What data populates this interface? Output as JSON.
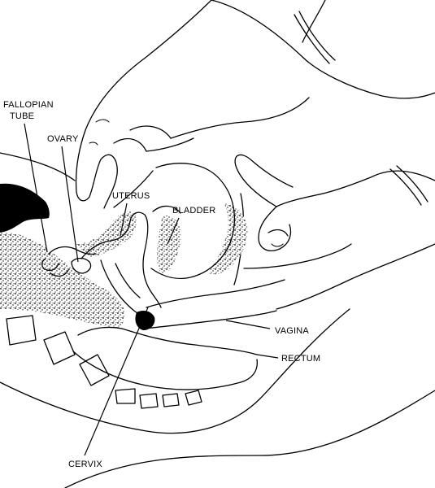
{
  "labels": {
    "fallopian_tube_line1": "FALLOPIAN",
    "fallopian_tube_line2": "TUBE",
    "ovary": "OVARY",
    "uterus": "UTERUS",
    "bladder": "BLADDER",
    "vagina": "VAGINA",
    "rectum": "RECTUM",
    "cervix": "CERVIX"
  },
  "colors": {
    "ink": "#000000",
    "paper": "#ffffff"
  }
}
